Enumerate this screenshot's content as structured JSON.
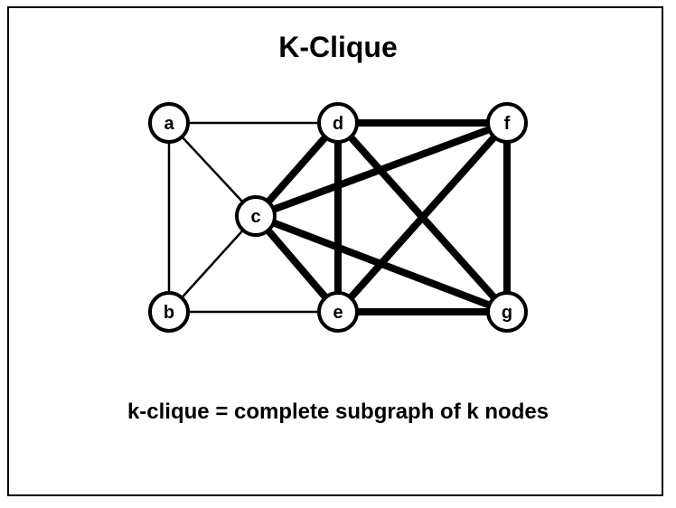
{
  "title": "K-Clique",
  "caption": "k-clique = complete subgraph of k nodes",
  "graph": {
    "nodes": [
      {
        "id": "a",
        "label": "a"
      },
      {
        "id": "b",
        "label": "b"
      },
      {
        "id": "c",
        "label": "c"
      },
      {
        "id": "d",
        "label": "d"
      },
      {
        "id": "e",
        "label": "e"
      },
      {
        "id": "f",
        "label": "f"
      },
      {
        "id": "g",
        "label": "g"
      }
    ],
    "edges": [
      {
        "from": "a",
        "to": "d",
        "bold": false
      },
      {
        "from": "a",
        "to": "b",
        "bold": false
      },
      {
        "from": "a",
        "to": "c",
        "bold": false
      },
      {
        "from": "b",
        "to": "c",
        "bold": false
      },
      {
        "from": "b",
        "to": "e",
        "bold": false
      },
      {
        "from": "c",
        "to": "d",
        "bold": true
      },
      {
        "from": "c",
        "to": "e",
        "bold": true
      },
      {
        "from": "c",
        "to": "f",
        "bold": true
      },
      {
        "from": "c",
        "to": "g",
        "bold": true
      },
      {
        "from": "d",
        "to": "e",
        "bold": true
      },
      {
        "from": "d",
        "to": "f",
        "bold": true
      },
      {
        "from": "d",
        "to": "g",
        "bold": true
      },
      {
        "from": "e",
        "to": "f",
        "bold": true
      },
      {
        "from": "e",
        "to": "g",
        "bold": true
      },
      {
        "from": "f",
        "to": "g",
        "bold": true
      }
    ]
  },
  "colors": {
    "stroke": "#000000",
    "node_fill": "#ffffff",
    "background": "#ffffff"
  }
}
